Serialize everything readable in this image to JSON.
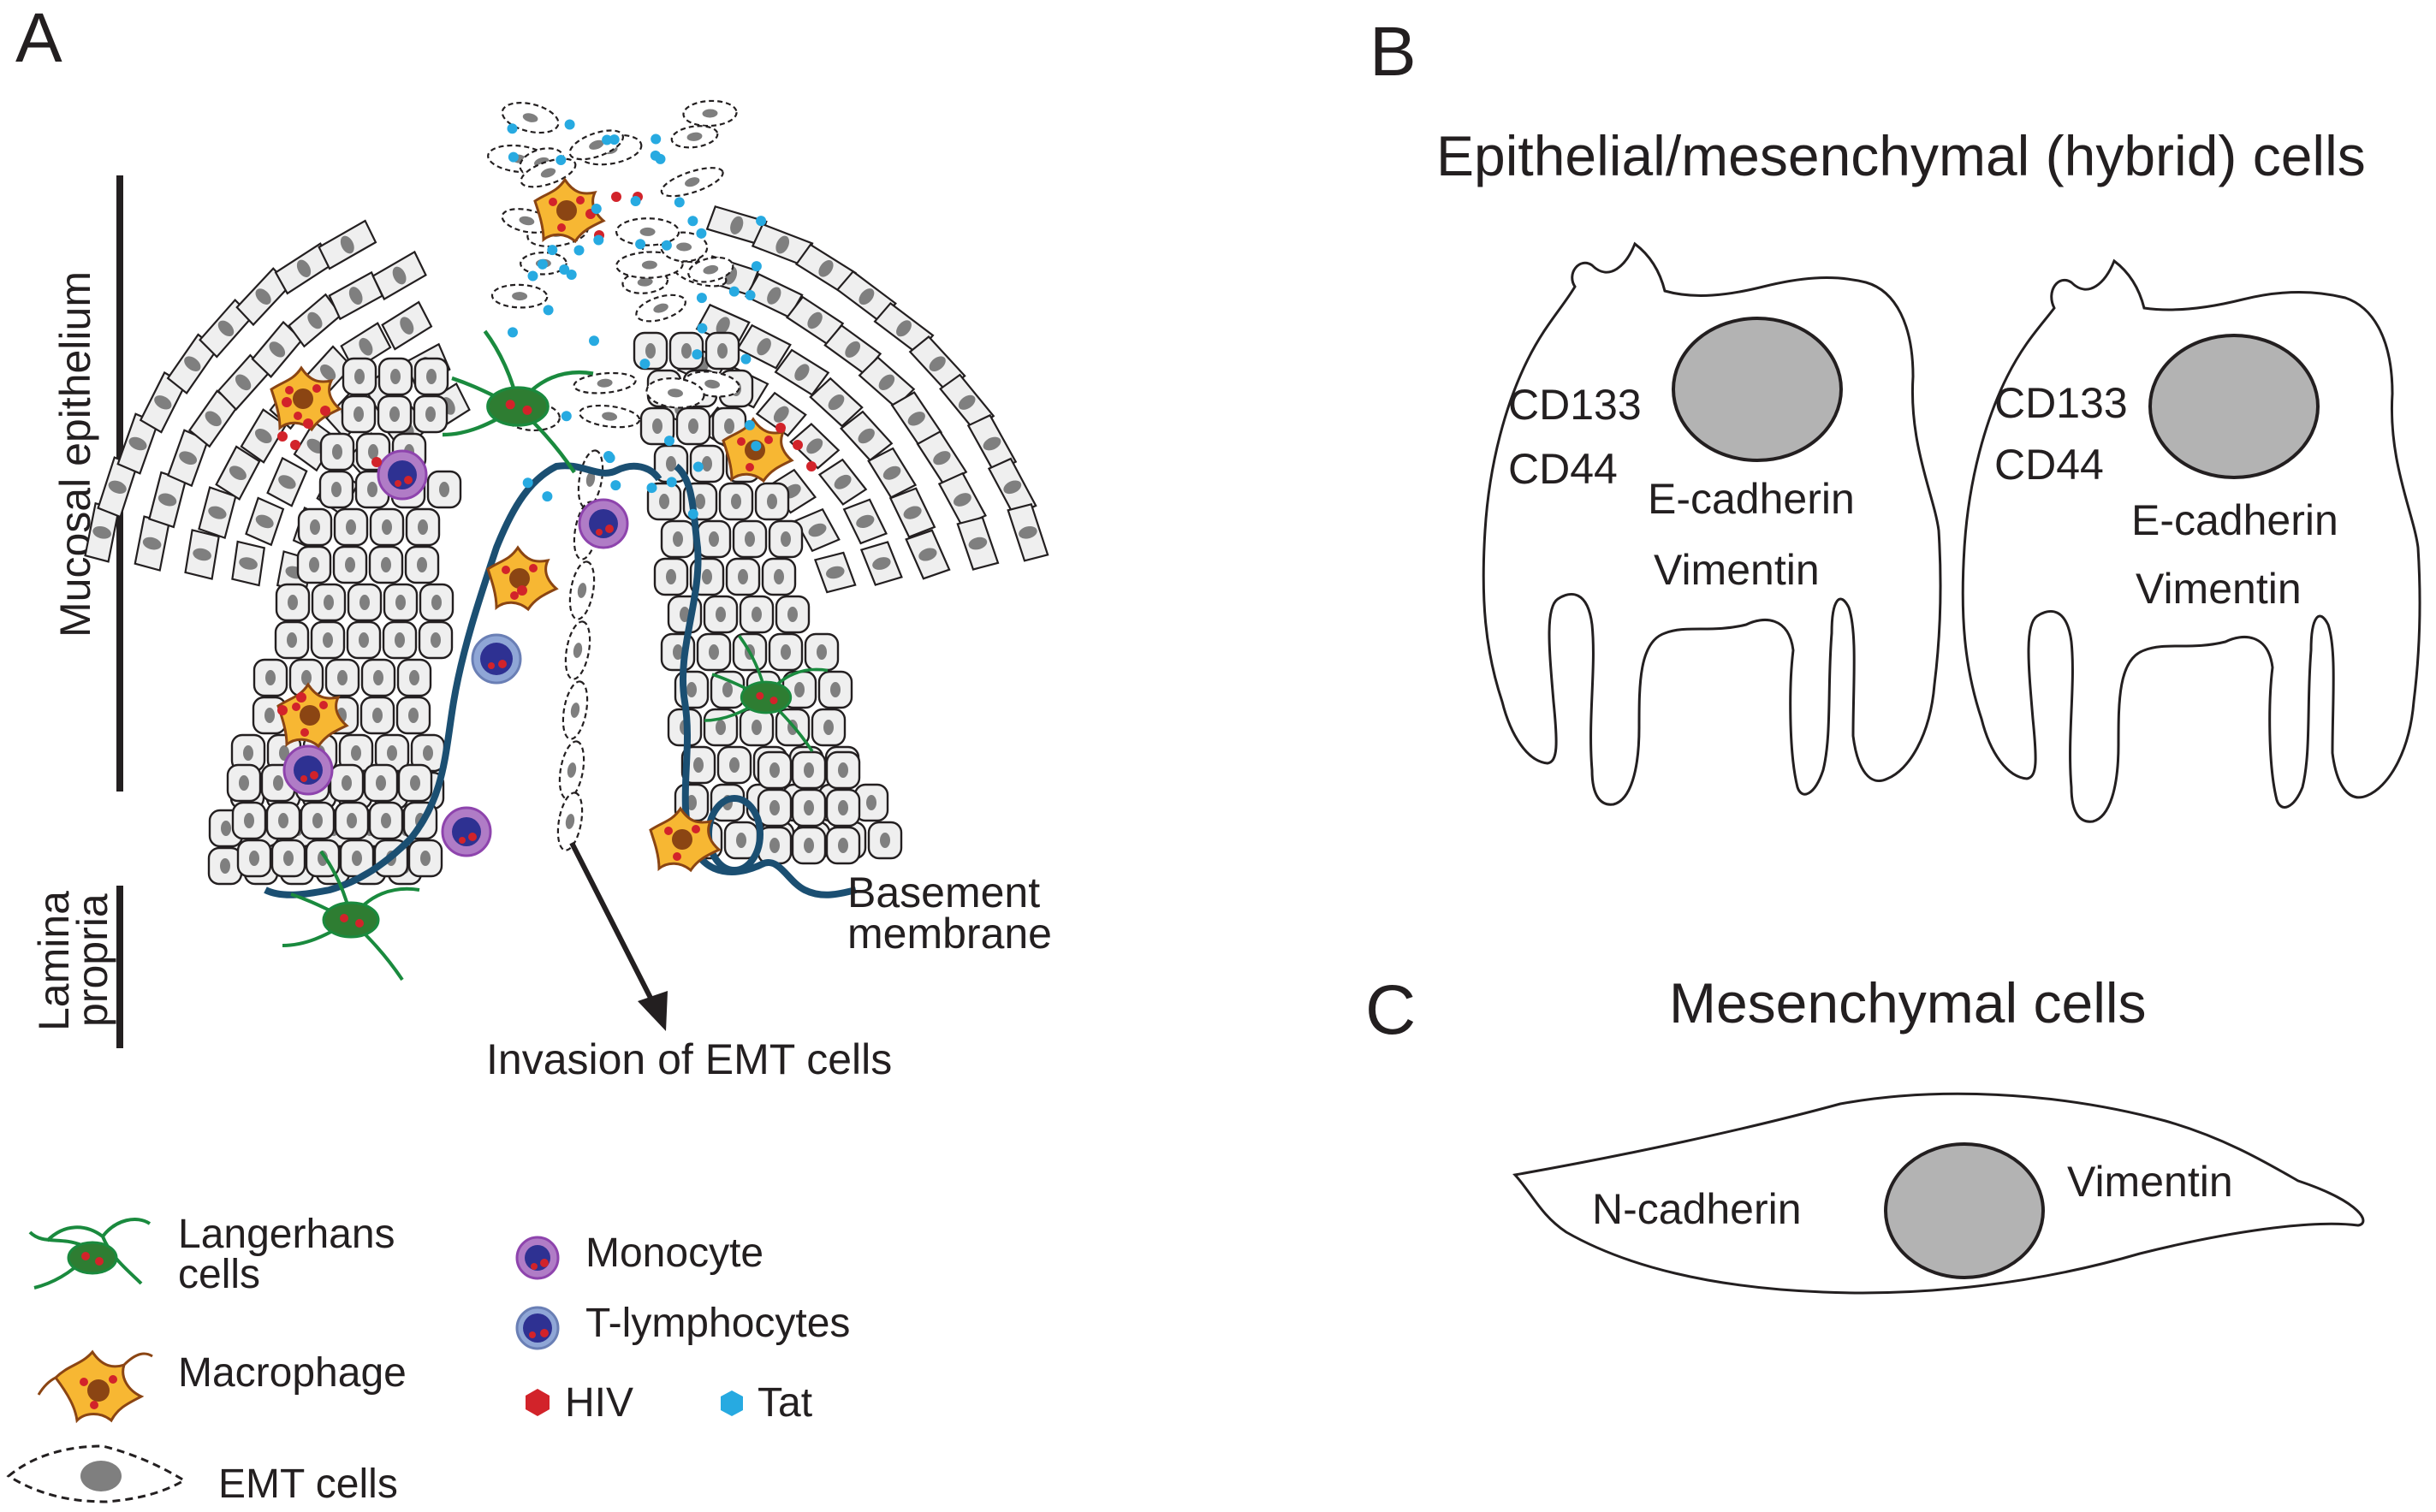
{
  "panel_a": {
    "letter": "A",
    "side_labels": {
      "mucosal_epithelium": "Mucosal epithelium",
      "lamina_propria_line1": "Lamina",
      "lamina_propria_line2": "propria"
    },
    "annotations": {
      "basement_membrane_line1": "Basement",
      "basement_membrane_line2": "membrane",
      "invasion": "Invasion of EMT cells"
    },
    "legend": {
      "langerhans_line1": "Langerhans",
      "langerhans_line2": "cells",
      "macrophage": "Macrophage",
      "emt_cells": "EMT cells",
      "monocyte": "Monocyte",
      "t_lymphocytes": "T-lymphocytes",
      "hiv": "HIV",
      "tat": "Tat"
    }
  },
  "panel_b": {
    "letter": "B",
    "title": "Epithelial/mesenchymal (hybrid) cells",
    "cell1": {
      "marker1": "CD133",
      "marker2": "CD44",
      "marker3": "E-cadherin",
      "marker4": "Vimentin"
    },
    "cell2": {
      "marker1": "CD133",
      "marker2": "CD44",
      "marker3": "E-cadherin",
      "marker4": "Vimentin"
    }
  },
  "panel_c": {
    "letter": "C",
    "title": "Mesenchymal cells",
    "marker_left": "N-cadherin",
    "marker_right": "Vimentin"
  },
  "colors": {
    "outline": "#231f20",
    "epithelial_cell_fill": "#efefef",
    "nucleus_fill": "#7f7f7f",
    "diagram_nucleus_fill": "#b3b3b3",
    "basement_membrane": "#1b4f72",
    "hiv": "#d2232a",
    "tat": "#27aae1",
    "langerhans": "#1a8a3e",
    "langerhans_body": "#2e7d32",
    "macrophage_fill": "#f7b733",
    "macrophage_stroke": "#8b4513",
    "monocyte_ring": "#b07cc6",
    "monocyte_core": "#2e3192",
    "t_lymph_ring": "#8fa6d6",
    "t_lymph_core": "#2e3192"
  }
}
